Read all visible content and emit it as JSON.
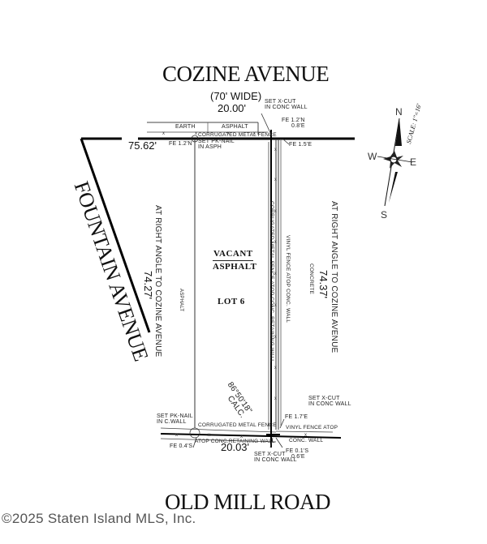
{
  "streets": {
    "top": "COZINE AVENUE",
    "top_width": "(70' WIDE)",
    "left": "FOUNTAIN AVENUE",
    "bottom": "OLD MILL ROAD"
  },
  "dimensions": {
    "top_frontage": "20.00'",
    "bottom_frontage": "20.03'",
    "cozine_offset": "75.62'",
    "left_depth": "74.27'",
    "right_depth": "74.37'",
    "angle": "86°50'18\"",
    "angle_note": "CALC."
  },
  "side_notes": {
    "left": "AT RIGHT ANGLE TO COZINE AVENUE",
    "right": "AT RIGHT ANGLE TO COZINE AVENUE"
  },
  "lot": {
    "status": "VACANT",
    "surface": "ASPHALT",
    "number": "LOT 6"
  },
  "annotations": {
    "top_x_cut": [
      "SET X-CUT",
      "IN CONC WALL"
    ],
    "fe_top_right": [
      "FE 1.2'N",
      "0.8'E"
    ],
    "fe_top_right2": "FE 1.5'E",
    "fe_top_left": "FE 1.2'N",
    "pk_nail_top": [
      "SET PK-NAIL",
      "IN ASPH"
    ],
    "earth": "EARTH",
    "asphalt_top": "ASPHALT",
    "corrugated_top": "CORRUGATED METAL FENCE",
    "asphalt_left": "ASPHALT",
    "corrugated_right": "CORRUGATED METAL FENCE ATOP CONC. RETAINING WALL",
    "vinyl_right": "VINYL FENCE ATOP CONC. WALL",
    "concrete": "CONCRETE",
    "x_cut_right": [
      "SET X-CUT",
      "IN CONC WALL"
    ],
    "pk_nail_bottom": [
      "SET PK-NAIL",
      "IN C.WALL"
    ],
    "corrugated_bottom": "CORRUGATED METAL FENCE",
    "retaining_bottom": "ATOP CONC.RETAINING WALL",
    "fe_bottom_left": "FE 0.4'S",
    "fe_bottom_right": "FE 1.7'E",
    "vinyl_bottom": "VINYL FENCE ATOP",
    "conc_wall_bottom": "CONC.   WALL",
    "fe_bottom_center": [
      "FE 0.1'S",
      "0.6'E"
    ],
    "bottom_x_cut": [
      "SET X-CUT",
      "IN CONC WALL"
    ]
  },
  "compass": {
    "n": "N",
    "s": "S",
    "e": "E",
    "w": "W",
    "scale": "SCALE: 1\"=16'"
  },
  "footer": {
    "copyright": "©2025 Staten Island MLS, Inc."
  }
}
